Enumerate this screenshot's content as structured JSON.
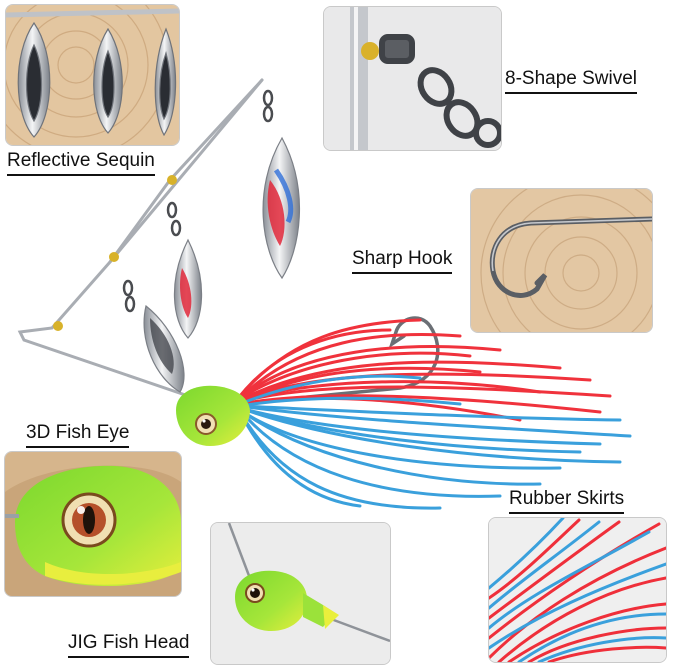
{
  "callouts": {
    "reflective_sequin": "Reflective Sequin",
    "swivel": "8-Shape Swivel",
    "sharp_hook": "Sharp Hook",
    "fish_eye": "3D Fish Eye",
    "rubber_skirts": "Rubber Skirts",
    "jig_head": "JIG Fish Head"
  },
  "colors": {
    "skirt_red": "#f0323c",
    "skirt_blue": "#3aa0dc",
    "head_green": "#9be23a",
    "head_yellow": "#e9ef3c",
    "wood": "#e2c7a4",
    "silver": "#c9ccd1"
  }
}
